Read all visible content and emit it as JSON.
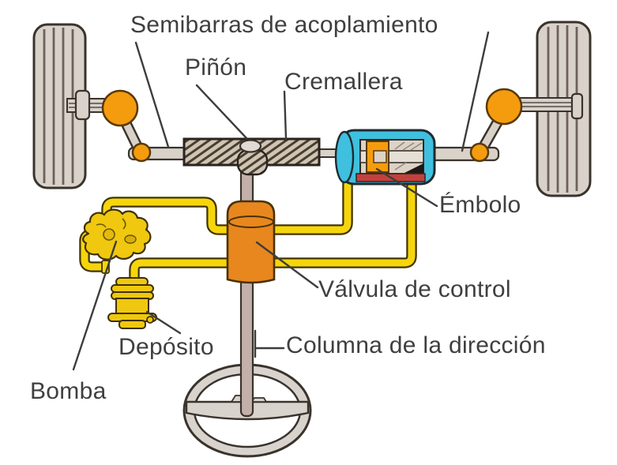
{
  "diagram": {
    "title_context": "Hydraulic power steering diagram",
    "labels": {
      "tie_rods": "Semibarras de acoplamiento",
      "pinion": "Piñón",
      "rack": "Cremallera",
      "piston": "Émbolo",
      "control_valve": "Válvula de control",
      "steering_column": "Columna de la dirección",
      "reservoir": "Depósito",
      "pump": "Bomba"
    },
    "colors": {
      "pipe_yellow": "#F5D60C",
      "pump_yellow": "#EFC80F",
      "component_orange": "#F59C0E",
      "valve_orange": "#E8871E",
      "cylinder_cyan": "#3FC0DE",
      "seal_red": "#C4403C",
      "metal_gray": "#D8D2CB",
      "column_gray": "#C4B0AA",
      "rack_beige": "#CFC5B5",
      "outline_dark": "#3A332C",
      "label_text": "#3F3F3F",
      "background": "#FFFFFF"
    }
  }
}
